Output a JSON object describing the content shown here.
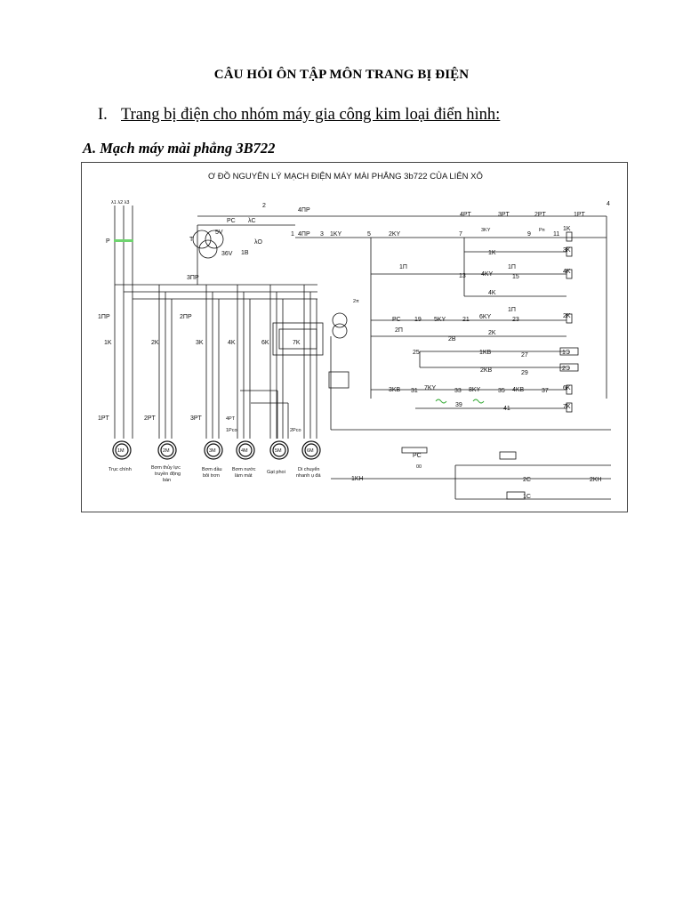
{
  "document": {
    "title": "CÂU HỎI ÔN TẬP MÔN TRANG BỊ ĐIỆN",
    "section_number": "I.",
    "section_title": "Trang bị điện cho nhóm máy gia công kim loại điển hình:",
    "subsection_title": "A. Mạch máy mài phẳng 3B722"
  },
  "diagram": {
    "title": "Ơ ĐỒ NGUYÊN LÝ MẠCH ĐIỆN MÁY MÀI PHẲNG 3b722 CỦA LIÊN XÔ",
    "phases": "λ1 λ2 λ3",
    "labels": {
      "P": "P",
      "fuse1": "1ΠP",
      "fuse2": "2ΠP",
      "fuse3": "3ΠP",
      "fuse4a": "4ΠP",
      "fuse4b": "4ΠP",
      "k1": "1K",
      "k2": "2K",
      "k3": "3K",
      "k4": "4K",
      "k6": "6K",
      "k7box": "7K",
      "rt1": "1PT",
      "rt2": "2PT",
      "rt3": "3PT",
      "rt4": "4PT",
      "rpo1": "1Pco",
      "rpo2": "2Pco",
      "T": "T",
      "v5": "5V",
      "v36": "36V",
      "pc": "PC",
      "lc": "λC",
      "lo": "λO",
      "b1": "1B",
      "n2": "2",
      "n4": "4",
      "n1": "1",
      "n3": "3",
      "n5": "5",
      "n7": "7",
      "n9": "9",
      "n11": "11",
      "ky1": "1KY",
      "ky2": "2KY",
      "ky3": "3KY",
      "pn": "Pп",
      "c4pt": "4PT",
      "c3pt": "3PT",
      "c2pt": "2PT",
      "c1pt": "1PT",
      "coil1k": "1K",
      "coil3k": "3K",
      "coil4k": "4K",
      "coil2k": "2K",
      "coil6k": "6K",
      "coil7k": "7K",
      "r1k": "1K",
      "r4k": "4K",
      "r2k": "2K",
      "pi1": "1Π",
      "ky4": "4KY",
      "n13": "13",
      "n15": "15",
      "pi1b": "1Π",
      "pi1c": "1Π",
      "n19": "19",
      "ky5": "5KY",
      "n21": "21",
      "ky6": "6KY",
      "n23": "23",
      "pc2": "PC",
      "pi2": "2Π",
      "b2": "2B",
      "n25": "25",
      "kb1": "1KB",
      "n27": "27",
      "e1": "1Э",
      "kb2": "2KB",
      "n29": "29",
      "e2": "2Э",
      "kb3": "3KB",
      "n31": "31",
      "ky7": "7KY",
      "n33": "33",
      "ky8": "8KY",
      "n35": "35",
      "kb4": "4KB",
      "n37": "37",
      "n39": "39",
      "n41": "41",
      "pi2b": "2π",
      "kh1": "1KH",
      "kh2": "2KH",
      "c1": "1C",
      "c2": "2C",
      "pc3": "PC",
      "oo": "00"
    },
    "motors": [
      {
        "id": "1M",
        "caption": [
          "Trục chính"
        ]
      },
      {
        "id": "2M",
        "caption": [
          "Bơm thủy lực",
          "truyền động",
          "bàn"
        ]
      },
      {
        "id": "3M",
        "caption": [
          "Bơm dầu",
          "bôi trơn"
        ]
      },
      {
        "id": "4M",
        "caption": [
          "Bơm nước",
          "làm mát"
        ]
      },
      {
        "id": "5M",
        "caption": [
          "Gạt phoi"
        ]
      },
      {
        "id": "6M",
        "caption": [
          "Di chuyển",
          "nhanh ụ đá"
        ]
      }
    ]
  }
}
